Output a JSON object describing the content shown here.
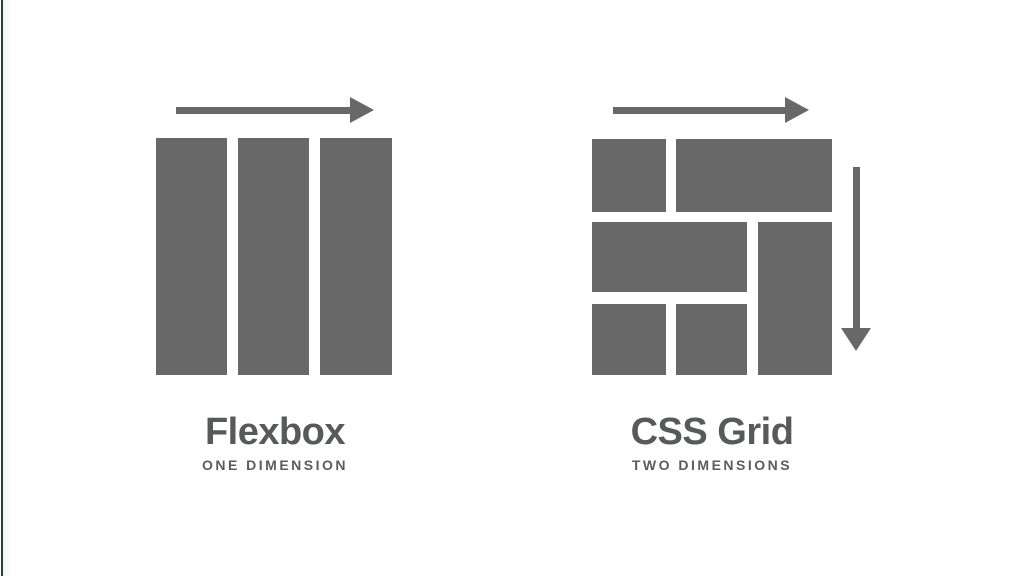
{
  "figure": {
    "background_color": "#ffffff",
    "shape_color": "#686868",
    "title_text_color": "#58595b",
    "subtitle_text_color": "#5b5c5e",
    "left_edge_line_color": "#2e3c3c"
  },
  "panels": {
    "flexbox": {
      "title": "Flexbox",
      "subtitle": "ONE DIMENSION",
      "icons": [
        "right-arrow-icon"
      ],
      "shapes": [
        {
          "name": "column-bar",
          "index": 1
        },
        {
          "name": "column-bar",
          "index": 2
        },
        {
          "name": "column-bar",
          "index": 3
        }
      ]
    },
    "css_grid": {
      "title": "CSS Grid",
      "subtitle": "TWO DIMENSIONS",
      "icons": [
        "right-arrow-icon",
        "down-arrow-icon"
      ],
      "shapes": [
        {
          "name": "grid-cell",
          "position": "row1-col1",
          "type": "square"
        },
        {
          "name": "grid-cell",
          "position": "row1-col2-col3",
          "type": "wide"
        },
        {
          "name": "grid-cell",
          "position": "row2-col1-col2",
          "type": "wide"
        },
        {
          "name": "grid-cell",
          "position": "row2-row3-col3",
          "type": "tall"
        },
        {
          "name": "grid-cell",
          "position": "row3-col1",
          "type": "square"
        },
        {
          "name": "grid-cell",
          "position": "row3-col2",
          "type": "square"
        }
      ]
    }
  }
}
